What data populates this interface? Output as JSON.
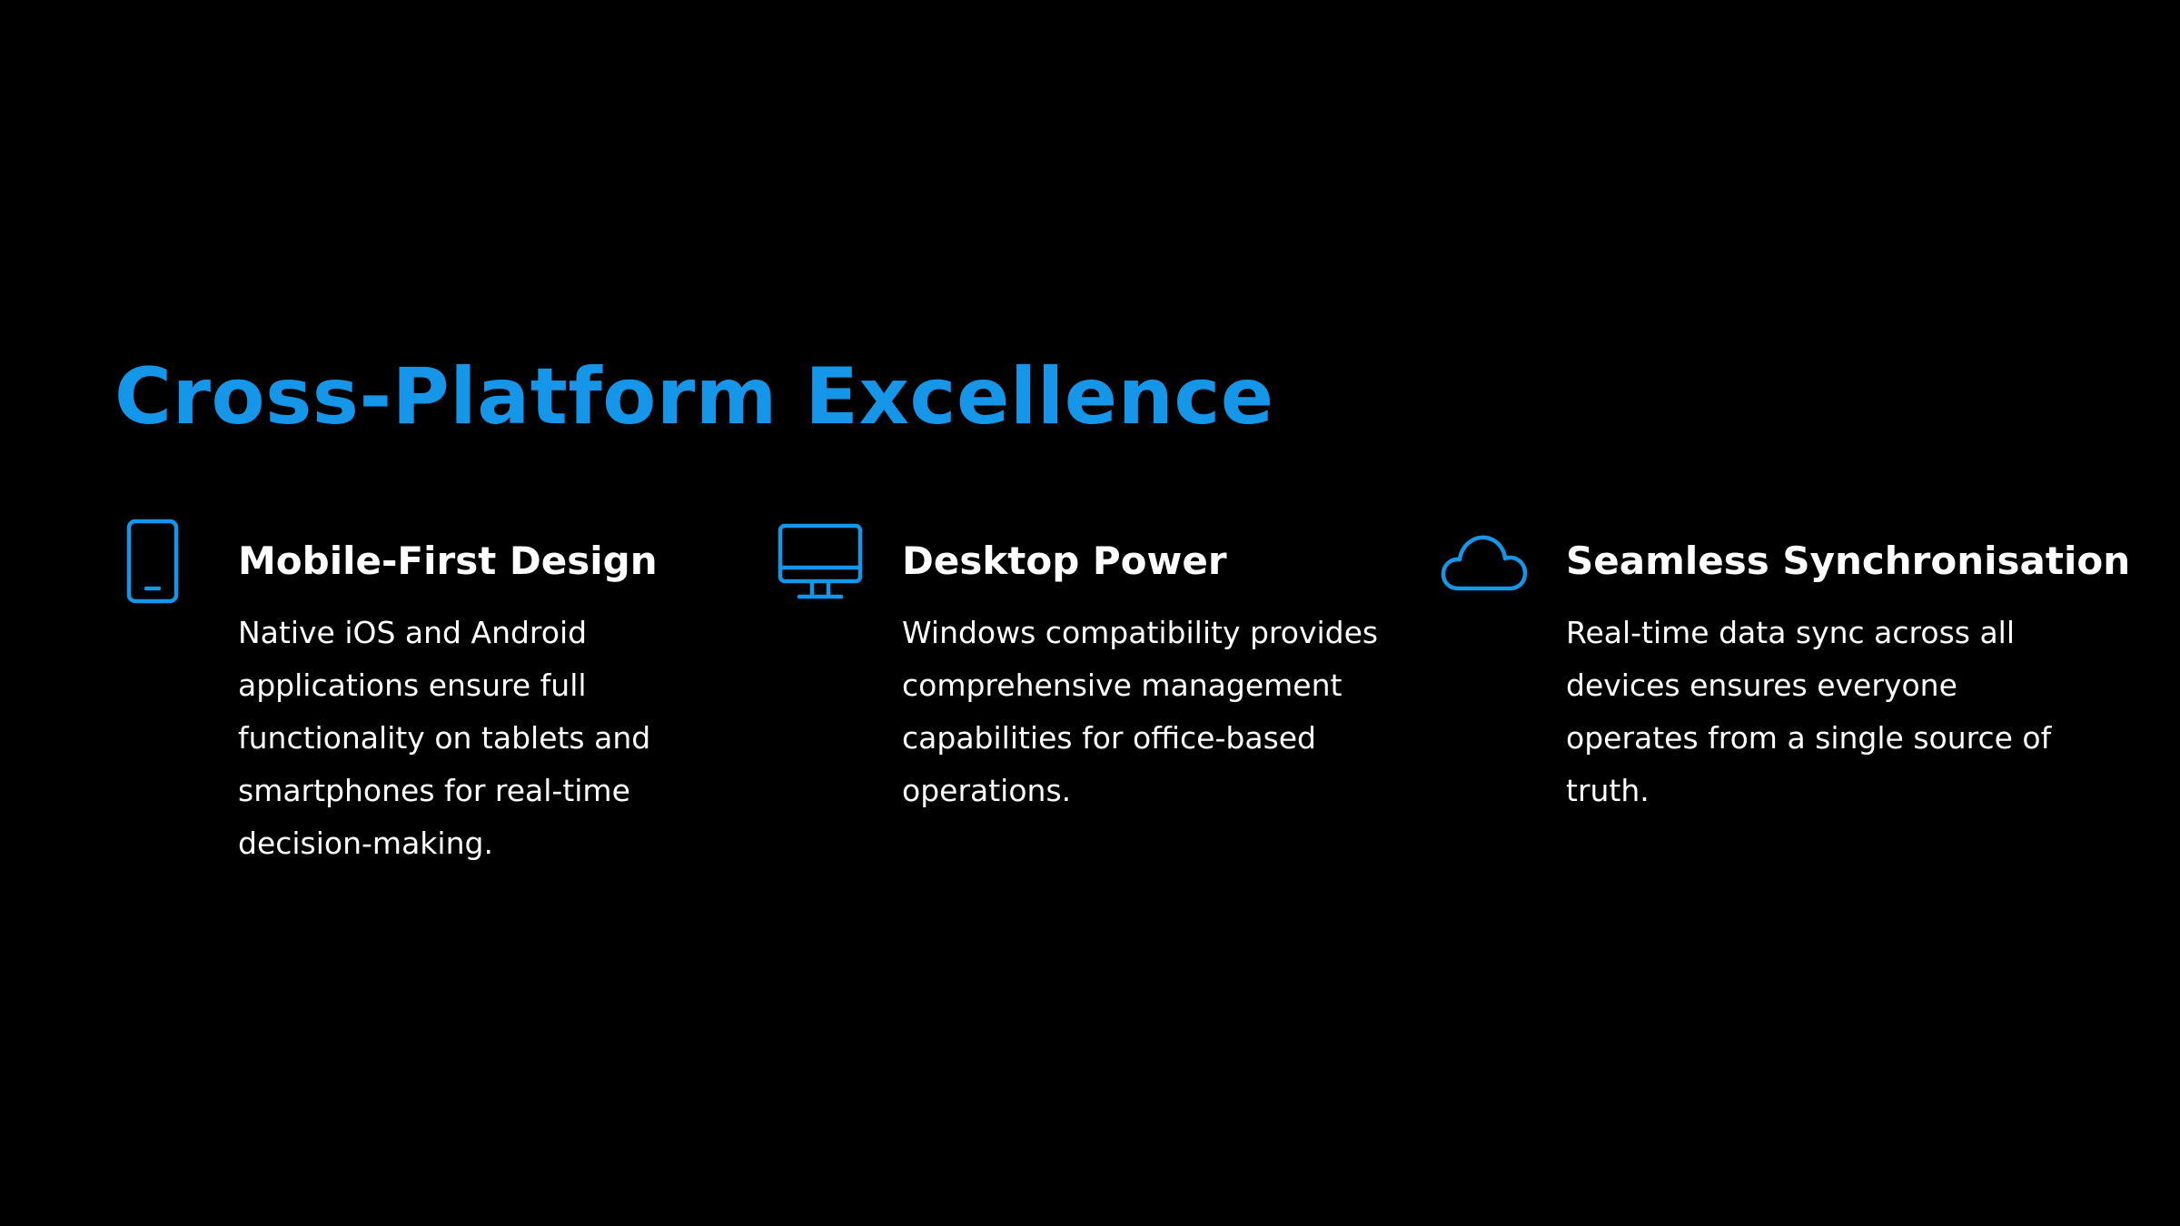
{
  "slide": {
    "title": "Cross-Platform Excellence",
    "accent_color": "#1596e8",
    "background_color": "#000000",
    "text_color": "#ffffff"
  },
  "features": [
    {
      "icon": "smartphone-icon",
      "heading": "Mobile-First Design",
      "description_lines": [
        "Native iOS and Android",
        "applications ensure full",
        "functionality on tablets and",
        "smartphones for real-time",
        "decision-making."
      ]
    },
    {
      "icon": "desktop-monitor-icon",
      "heading": "Desktop Power",
      "description_lines": [
        "Windows compatibility provides",
        "comprehensive management",
        "capabilities for office-based",
        "operations."
      ]
    },
    {
      "icon": "cloud-icon",
      "heading": "Seamless Synchronisation",
      "description_lines": [
        "Real-time data sync across all",
        "devices ensures everyone",
        "operates from a single source of",
        "truth."
      ]
    }
  ]
}
